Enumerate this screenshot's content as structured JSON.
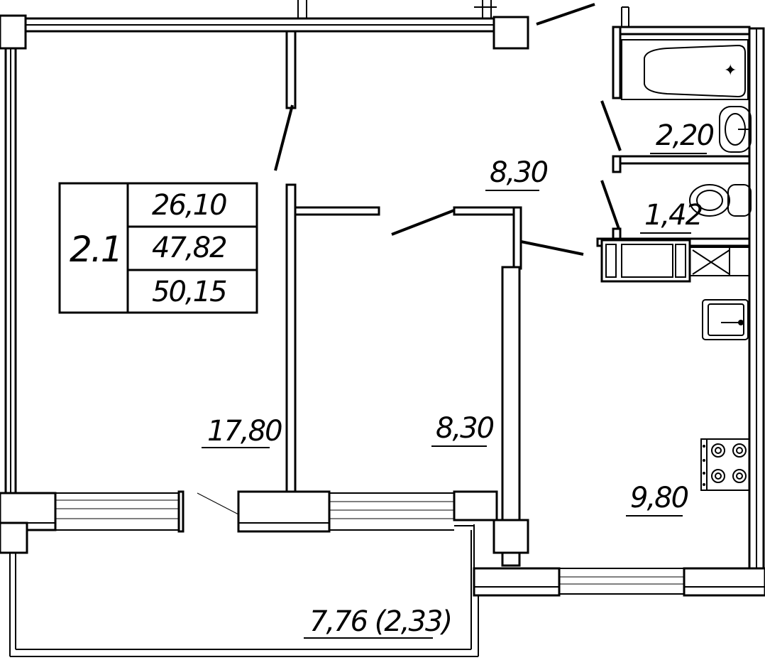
{
  "apartment": {
    "number": "2.1",
    "living_area": "26,10",
    "total_area": "47,82",
    "total_area_with_balcony": "50,15"
  },
  "rooms": {
    "living_room_area": "17,80",
    "bedroom_area": "8,30",
    "hall_area": "8,30",
    "bathroom_area": "2,20",
    "toilet_area": "1,42",
    "kitchen_area": "9,80",
    "balcony_area": "7,76 (2,33)"
  }
}
